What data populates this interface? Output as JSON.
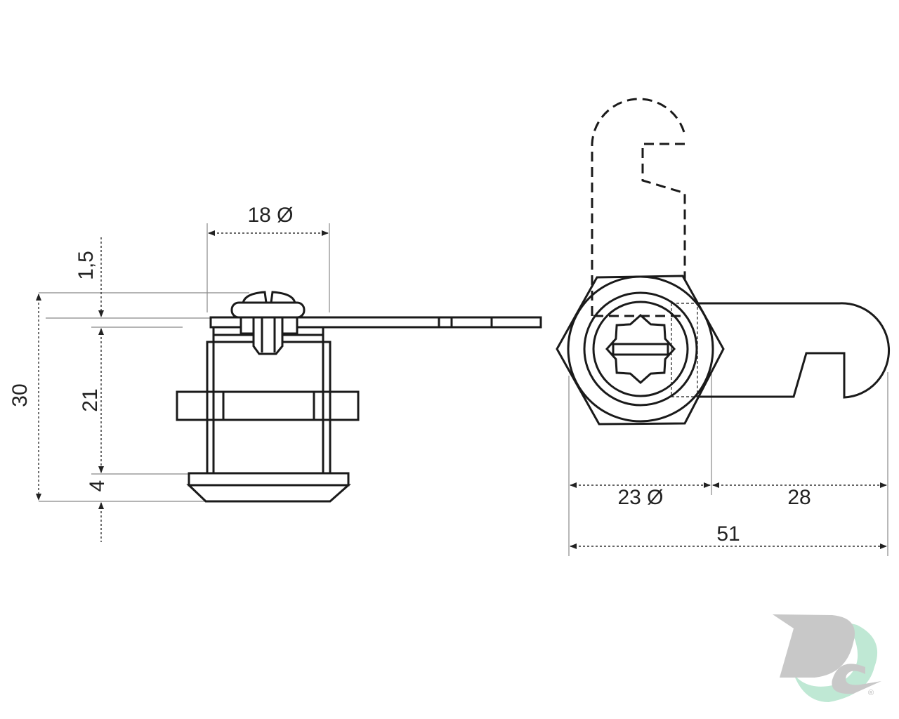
{
  "title": "Cam lock technical drawing",
  "dimensions": {
    "d18": "18 Ø",
    "d1_5": "1,5",
    "d30": "30",
    "d21": "21",
    "d4": "4",
    "d23": "23 Ø",
    "d28": "28",
    "d51": "51"
  },
  "logo": {
    "text": "DC",
    "mark": "®",
    "colors": {
      "letters": "#c8c8c8",
      "swoosh": "#bfe8d4"
    }
  }
}
